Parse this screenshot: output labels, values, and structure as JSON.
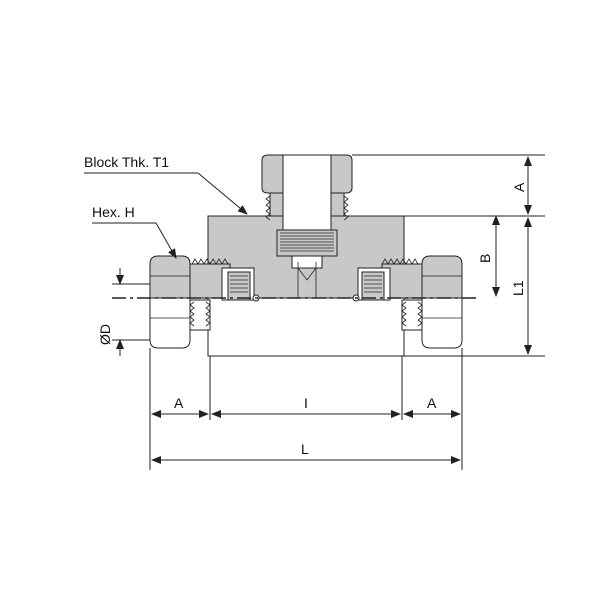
{
  "labels": {
    "block_thickness": "Block Thk. T1",
    "hex": "Hex. H",
    "diameter": "ØD",
    "dim_a_top": "A",
    "dim_b": "B",
    "dim_l1": "L1",
    "dim_a_left": "A",
    "dim_i": "I",
    "dim_a_right": "A",
    "dim_l": "L"
  },
  "colors": {
    "body_fill": "#c8c8c8",
    "line": "#222222",
    "background": "#ffffff"
  }
}
